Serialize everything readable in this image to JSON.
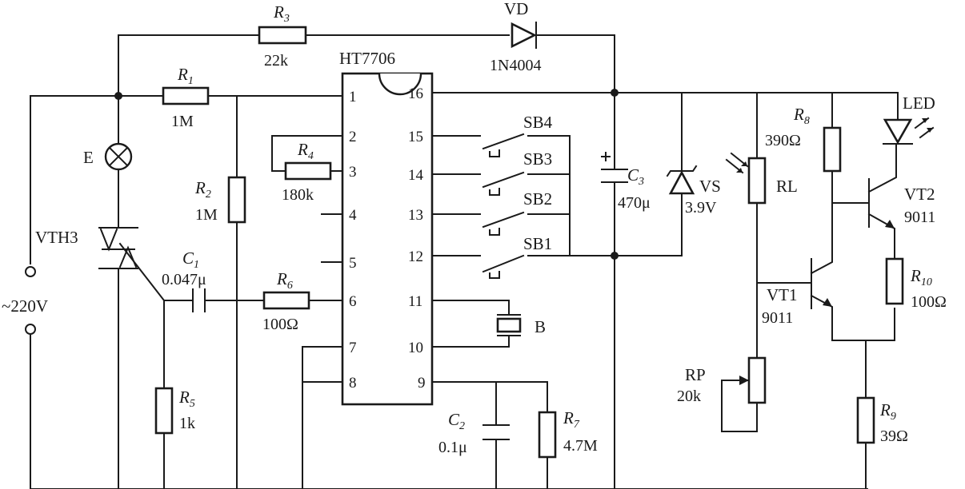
{
  "ic": {
    "name": "HT7706",
    "pins": {
      "p1": "1",
      "p2": "2",
      "p3": "3",
      "p4": "4",
      "p5": "5",
      "p6": "6",
      "p7": "7",
      "p8": "8",
      "p9": "9",
      "p10": "10",
      "p11": "11",
      "p12": "12",
      "p13": "13",
      "p14": "14",
      "p15": "15",
      "p16": "16"
    }
  },
  "supply": "~220V",
  "components": {
    "r1": {
      "name": "R",
      "sub": "1",
      "value": "1M"
    },
    "r2": {
      "name": "R",
      "sub": "2",
      "value": "1M"
    },
    "r3": {
      "name": "R",
      "sub": "3",
      "value": "22k"
    },
    "r4": {
      "name": "R",
      "sub": "4",
      "value": "180k"
    },
    "r5": {
      "name": "R",
      "sub": "5",
      "value": "1k"
    },
    "r6": {
      "name": "R",
      "sub": "6",
      "value": "100Ω"
    },
    "r7": {
      "name": "R",
      "sub": "7",
      "value": "4.7M"
    },
    "r8": {
      "name": "R",
      "sub": "8",
      "value": "390Ω"
    },
    "r9": {
      "name": "R",
      "sub": "9",
      "value": "39Ω"
    },
    "r10": {
      "name": "R",
      "sub": "10",
      "value": "100Ω"
    },
    "c1": {
      "name": "C",
      "sub": "1",
      "value": "0.047μ"
    },
    "c2": {
      "name": "C",
      "sub": "2",
      "value": "0.1μ"
    },
    "c3": {
      "name": "C",
      "sub": "3",
      "value": "470μ"
    },
    "vd": {
      "name": "VD",
      "value": "1N4004"
    },
    "vs": {
      "name": "VS",
      "value": "3.9V"
    },
    "lamp": {
      "name": "E"
    },
    "triac": {
      "name": "VTH3"
    },
    "rl": {
      "name": "RL"
    },
    "rp": {
      "name": "RP",
      "value": "20k"
    },
    "vt1": {
      "name": "VT1",
      "value": "9011"
    },
    "vt2": {
      "name": "VT2",
      "value": "9011"
    },
    "led": {
      "name": "LED"
    },
    "crystal": {
      "name": "B"
    },
    "sb1": {
      "name": "SB1"
    },
    "sb2": {
      "name": "SB2"
    },
    "sb3": {
      "name": "SB3"
    },
    "sb4": {
      "name": "SB4"
    }
  }
}
